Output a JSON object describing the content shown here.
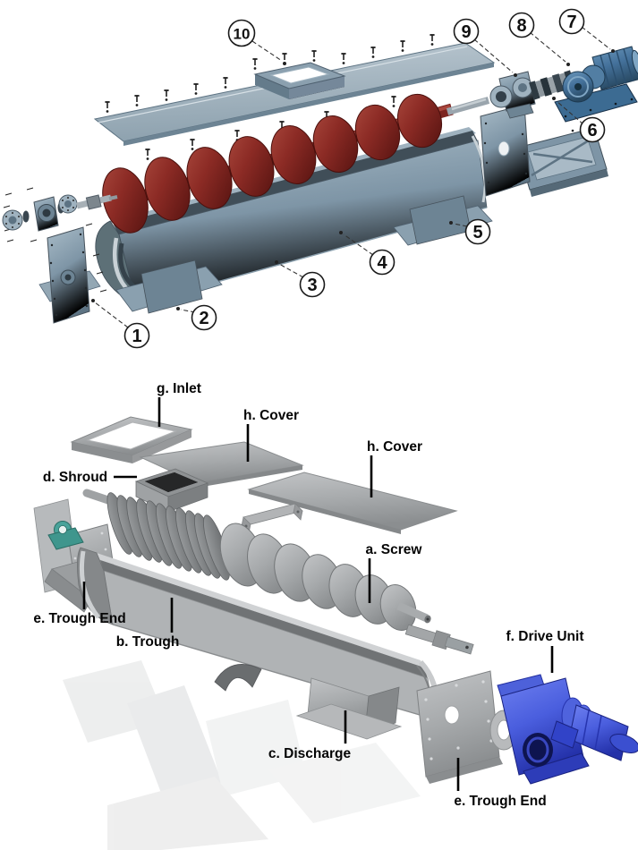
{
  "figure_title": "Screw conveyor exploded view diagrams",
  "top_diagram": {
    "type": "numbered exploded view of screw conveyor",
    "callouts": [
      "1",
      "2",
      "3",
      "4",
      "5",
      "6",
      "7",
      "8",
      "9",
      "10"
    ]
  },
  "bottom_diagram": {
    "type": "lettered exploded view of screw conveyor",
    "labels": {
      "screw": "a. Screw",
      "trough": "b. Trough",
      "discharge": "c. Discharge",
      "shroud": "d. Shroud",
      "trough_end_left": "e. Trough End",
      "trough_end_right": "e. Trough End",
      "drive_unit": "f. Drive Unit",
      "inlet": "g. Inlet",
      "cover_front": "h. Cover",
      "cover_rear": "h. Cover"
    }
  },
  "colors": {
    "background": "#ffffff",
    "steel_blue_gray": "#7e95a6",
    "screw_red": "#8c2b25",
    "motor_steel_blue": "#44719b",
    "part_gray": "#a6a9ab",
    "drive_unit_blue": "#4a5ede",
    "bearing_teal": "#3f968d",
    "label_text": "#050505"
  }
}
